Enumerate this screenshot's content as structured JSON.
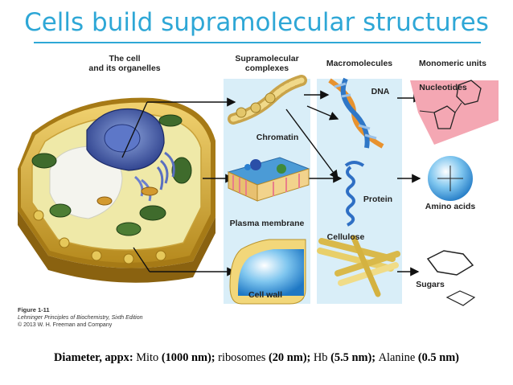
{
  "title": "Cells build supramolecular structures",
  "headers": {
    "cell_line1": "The cell",
    "cell_line2": "and its organelles",
    "supra_line1": "Supramolecular",
    "supra_line2": "complexes",
    "macro": "Macromolecules",
    "mono": "Monomeric units"
  },
  "labels": {
    "chromatin": "Chromatin",
    "plasma_membrane": "Plasma membrane",
    "cell_wall": "Cell wall",
    "dna": "DNA",
    "protein": "Protein",
    "cellulose": "Cellulose",
    "nucleotides": "Nucleotides",
    "amino_acids": "Amino acids",
    "sugars": "Sugars"
  },
  "figure": {
    "number": "Figure 1-11",
    "book": "Lehninger Principles of Biochemistry, Sixth Edition",
    "copyright": "© 2013 W. H. Freeman and Company"
  },
  "caption": {
    "p1": "Diameter, appx: ",
    "p2": "Mito ",
    "p3": "(1000 nm); ",
    "p4": "ribosomes ",
    "p5": "(20 nm); ",
    "p6": "Hb ",
    "p7": "(5.5 nm); ",
    "p8": "Alanine ",
    "p9": "(0.5 nm)"
  },
  "colors": {
    "title": "#2ea7d6",
    "panel": "#d9eef8",
    "cell_wall": "#d8b13a",
    "nucleus": "#3c54a6",
    "chloroplast": "#3f6b2c",
    "nucleotide_bg": "#f4a7b3"
  }
}
